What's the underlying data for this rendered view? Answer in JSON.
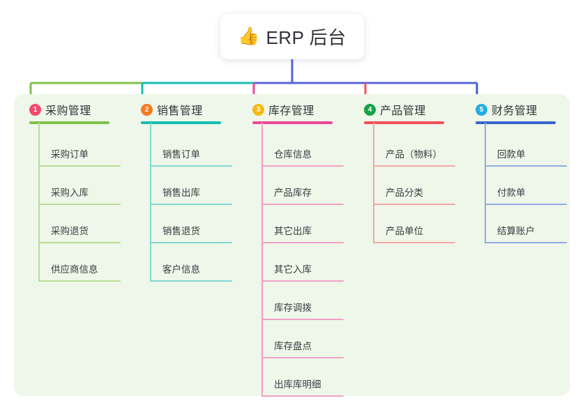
{
  "title": {
    "emoji": "👍",
    "emoji_name": "thumbs-up-emoji",
    "text": "ERP 后台"
  },
  "theme": {
    "page_background": "#ffffff",
    "panel_background": "#eef7e9",
    "card_background": "#ffffff",
    "text_color": "#33363b",
    "trunk_color": "#5763d6"
  },
  "columns": [
    {
      "index": "1",
      "title": "采购管理",
      "accent": "#7fc14a",
      "accent_light": "#b9dd97",
      "badge_color": "#f2496b",
      "items": [
        "采购订单",
        "采购入库",
        "采购退货",
        "供应商信息"
      ]
    },
    {
      "index": "2",
      "title": "销售管理",
      "accent": "#12bfb0",
      "accent_light": "#82d8d0",
      "badge_color": "#f57a22",
      "items": [
        "销售订单",
        "销售出库",
        "销售退货",
        "客户信息"
      ]
    },
    {
      "index": "3",
      "title": "库存管理",
      "accent": "#ec4899",
      "accent_light": "#f3a0c8",
      "badge_color": "#f5ba15",
      "items": [
        "仓库信息",
        "产品库存",
        "其它出库",
        "其它入库",
        "库存调拨",
        "库存盘点",
        "出库库明细"
      ]
    },
    {
      "index": "4",
      "title": "产品管理",
      "accent": "#f2505a",
      "accent_light": "#f6a6a6",
      "badge_color": "#16a34a",
      "items": [
        "产品（物料）",
        "产品分类",
        "产品单位"
      ]
    },
    {
      "index": "5",
      "title": "财务管理",
      "accent": "#3a63d0",
      "accent_light": "#92abe0",
      "badge_color": "#22aee0",
      "items": [
        "回款单",
        "付款单",
        "结算账户"
      ]
    }
  ]
}
